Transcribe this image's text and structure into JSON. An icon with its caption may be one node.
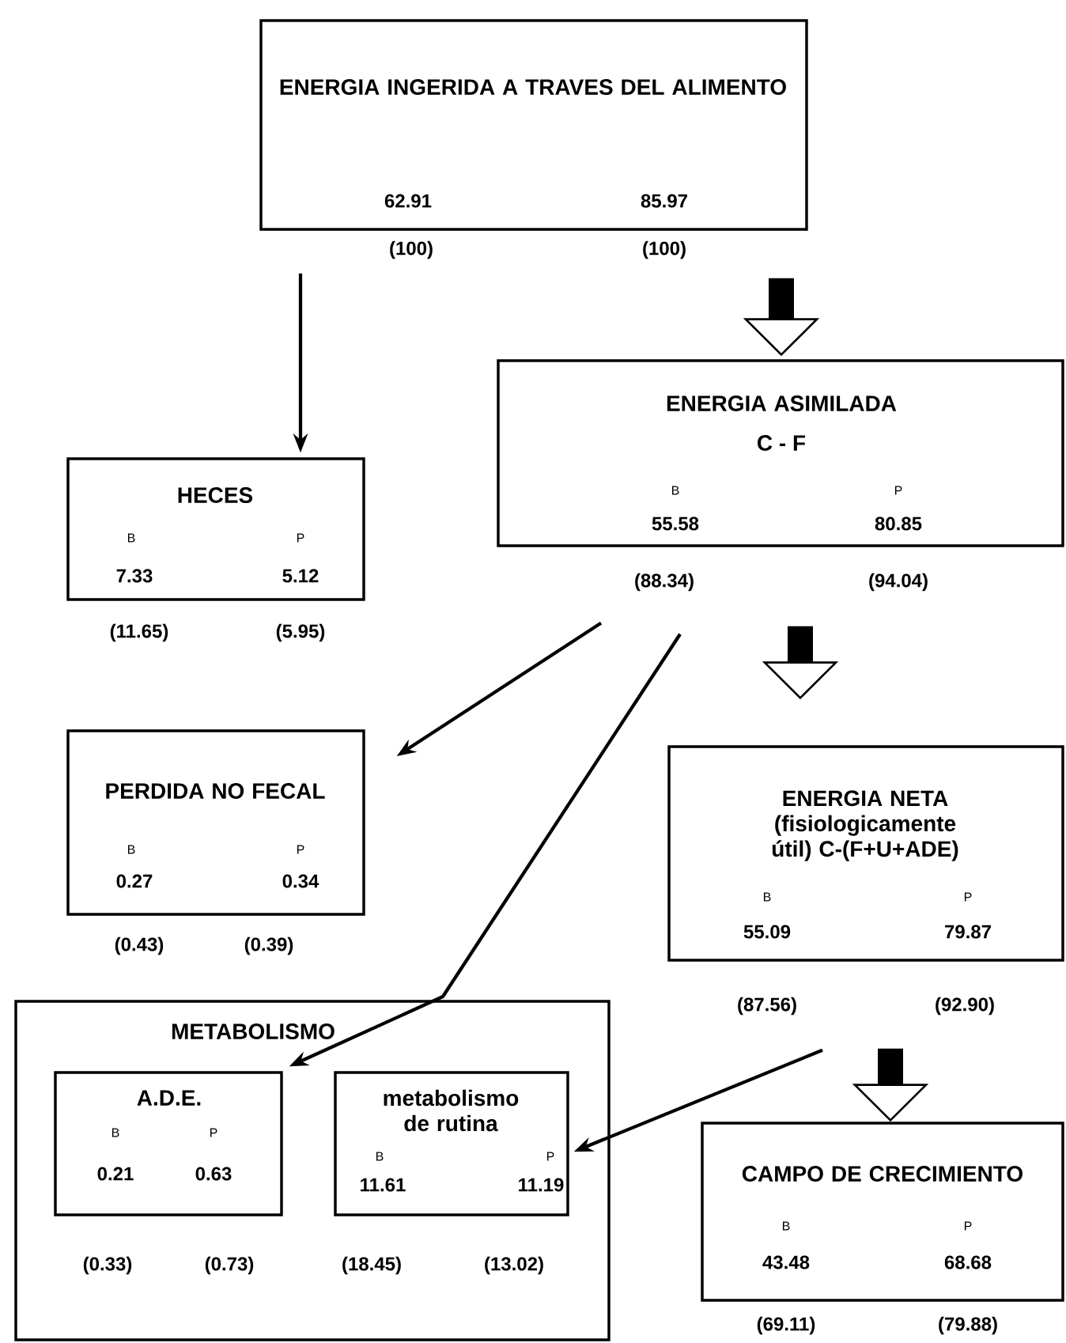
{
  "diagram": {
    "nodes": [
      {
        "text": [
          "ENERGIA INGERIDA A TRAVES DEL ALIMENTO",
          "62.91",
          "85.97"
        ],
        "beside": [
          "(100)",
          "(100)"
        ]
      },
      {
        "text": [
          "ENERGIA ASIMILADA",
          "C - F",
          "B",
          "P",
          "55.58",
          "80.85"
        ],
        "beside": [
          "(88.34)",
          "(94.04)"
        ]
      },
      {
        "text": [
          "HECES",
          "B",
          "P",
          "7.33",
          "5.12"
        ],
        "beside": [
          "(11.65)",
          "(5.95)"
        ]
      },
      {
        "text": [
          "PERDIDA NO FECAL",
          "B",
          "P",
          "0.27",
          "0.34"
        ],
        "beside": [
          "(0.43)",
          "(0.39)"
        ]
      },
      {
        "text": [
          "ENERGIA NETA (fisiologicamente útil) C-(F+U+ADE)",
          "B",
          "P",
          "55.09",
          "79.87"
        ],
        "beside": [
          "(87.56)",
          "(92.90)"
        ]
      },
      {
        "text": [
          "METABOLISMO"
        ]
      },
      {
        "text": [
          "A.D.E.",
          "B",
          "P",
          "0.21",
          "0.63"
        ],
        "beside": [
          "(0.33)",
          "(0.73)"
        ],
        "in": 5
      },
      {
        "text": [
          "metabolismo de rutina",
          "B",
          "P",
          "11.61",
          "11.19"
        ],
        "beside": [
          "(18.45)",
          "(13.02)"
        ],
        "in": 5
      },
      {
        "text": [
          "CAMPO DE CRECIMIENTO",
          "B",
          "P",
          "43.48",
          "68.68"
        ],
        "beside": [
          "(69.11)",
          "(79.88)"
        ]
      }
    ],
    "edges": [
      {
        "from": 0,
        "to": 2,
        "arrow": "to"
      },
      {
        "from": 0,
        "to": 1,
        "arrow": "to",
        "style": "thick"
      },
      {
        "from": 1,
        "to": 3,
        "arrow": "to"
      },
      {
        "from": 1,
        "to": 6,
        "arrow": "to"
      },
      {
        "from": 1,
        "to": 4,
        "arrow": "to",
        "style": "thick"
      },
      {
        "from": 4,
        "to": 7,
        "arrow": "to"
      },
      {
        "from": 4,
        "to": 8,
        "arrow": "to",
        "style": "thick"
      }
    ]
  }
}
